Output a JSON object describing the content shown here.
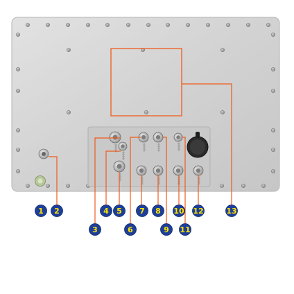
{
  "callouts": [
    {
      "id": "1",
      "label": "1"
    },
    {
      "id": "2",
      "label": "2"
    },
    {
      "id": "3",
      "label": "3"
    },
    {
      "id": "4",
      "label": "4"
    },
    {
      "id": "5",
      "label": "5"
    },
    {
      "id": "6",
      "label": "6"
    },
    {
      "id": "7",
      "label": "7"
    },
    {
      "id": "8",
      "label": "8"
    },
    {
      "id": "9",
      "label": "9"
    },
    {
      "id": "10",
      "label": "10"
    },
    {
      "id": "11",
      "label": "11"
    },
    {
      "id": "12",
      "label": "12"
    },
    {
      "id": "13",
      "label": "13"
    }
  ],
  "colors": {
    "panel": "#d6d6d6",
    "panel_edge": "#b9b9b9",
    "leader": "#f05a1a",
    "callout_fill": "#1d3f98",
    "callout_text": "#ffe200",
    "screw": "#9a9a9a"
  }
}
